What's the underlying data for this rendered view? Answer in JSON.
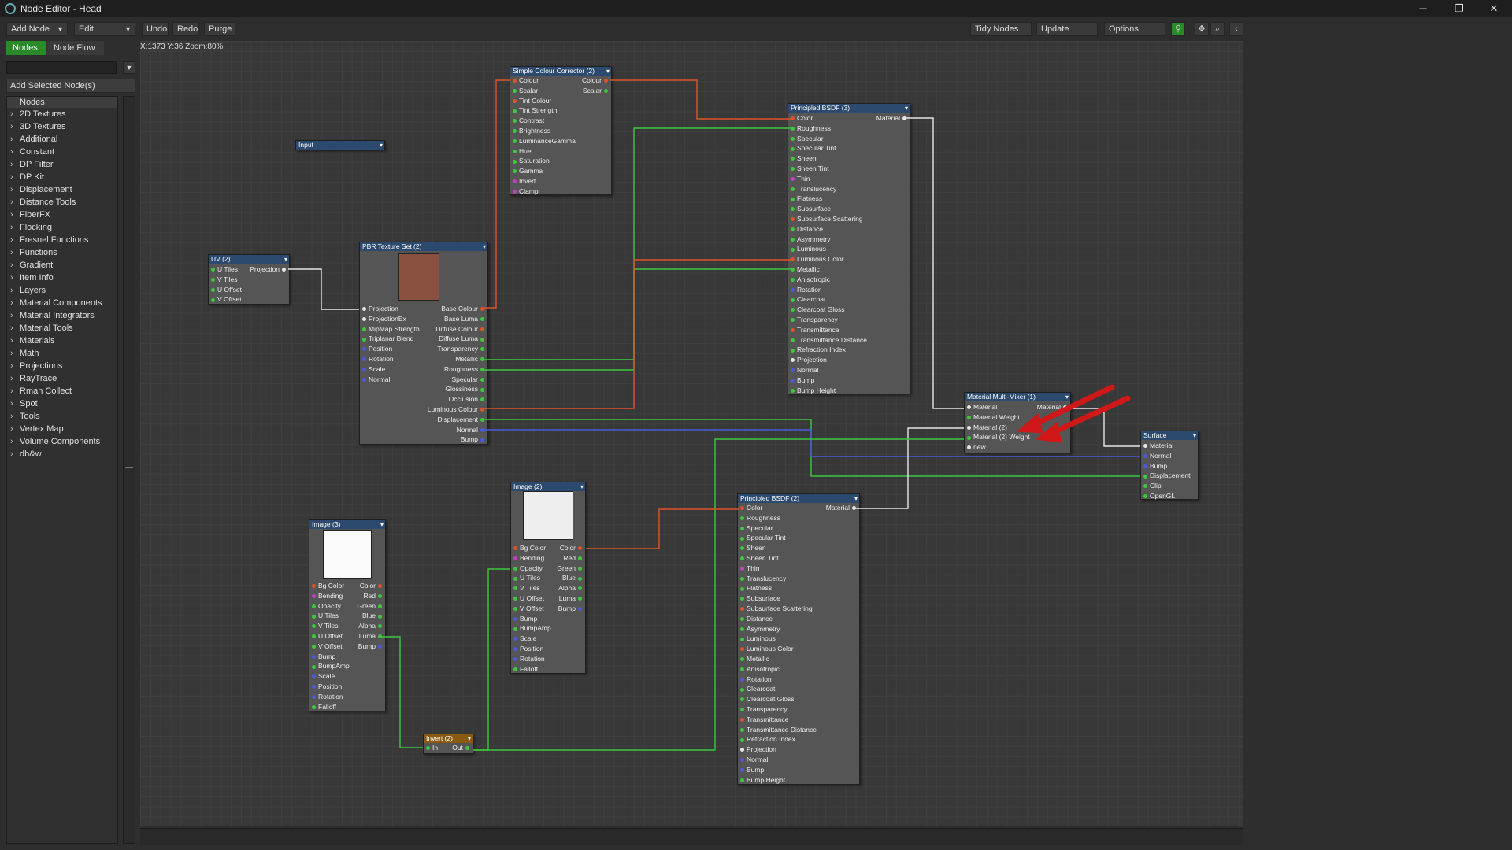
{
  "window": {
    "title": "Node Editor - Head"
  },
  "window_controls": {
    "minimize": "─",
    "maximize": "❐",
    "close": "✕"
  },
  "toolbar": {
    "add_node": "Add Node",
    "edit": "Edit",
    "undo": "Undo",
    "redo": "Redo",
    "purge": "Purge",
    "tidy": "Tidy Nodes",
    "update": "Update",
    "options": "Options",
    "dropdown_glyph": "▼"
  },
  "sidebar": {
    "tabs": [
      "Nodes",
      "Node Flow"
    ],
    "add_selected": "Add Selected Node(s)",
    "tree_header": "Nodes",
    "items": [
      "2D Textures",
      "3D Textures",
      "Additional",
      "Constant",
      "DP Filter",
      "DP Kit",
      "Displacement",
      "Distance Tools",
      "FiberFX",
      "Flocking",
      "Fresnel Functions",
      "Functions",
      "Gradient",
      "Item Info",
      "Layers",
      "Material Components",
      "Material Integrators",
      "Material Tools",
      "Materials",
      "Math",
      "Projections",
      "RayTrace",
      "Rman Collect",
      "Spot",
      "Tools",
      "Vertex Map",
      "Volume Components",
      "db&w"
    ]
  },
  "canvas": {
    "coords": "X:1373 Y:36 Zoom:80%"
  },
  "colors": {
    "accent_green": "#2a8a2a",
    "wire_orange": "#e0522a",
    "wire_green": "#3ec83e",
    "wire_blue": "#4a5ad8",
    "wire_white": "#e6e6e6",
    "node_header": "#2b4a6e",
    "annotation_red": "#d01818"
  },
  "nodes": {
    "input": {
      "title": "Input"
    },
    "uv": {
      "title": "UV (2)",
      "outputs": [
        "Projection"
      ],
      "inputs": [
        "U Tiles",
        "V Tiles",
        "U Offset",
        "V Offset"
      ]
    },
    "simple_colour": {
      "title": "Simple Colour Corrector (2)",
      "inputs": [
        "Colour",
        "Scalar",
        "Tint Colour",
        "Tint Strength",
        "Contrast",
        "Brightness",
        "LuminanceGamma",
        "Hue",
        "Saturation",
        "Gamma",
        "Invert",
        "Clamp"
      ],
      "outputs": [
        "Colour",
        "Scalar"
      ]
    },
    "pbr": {
      "title": "PBR Texture Set (2)",
      "inputs": [
        "Projection",
        "ProjectionEx",
        "MipMap Strength",
        "Triplanar Blend",
        "Position",
        "Rotation",
        "Scale",
        "Normal"
      ],
      "outputs": [
        "Base Colour",
        "Base Luma",
        "Diffuse Colour",
        "Diffuse Luma",
        "Transparency",
        "Metallic",
        "Roughness",
        "Specular",
        "Glossiness",
        "Occlusion",
        "Luminous Colour",
        "Displacement",
        "Normal",
        "Bump"
      ]
    },
    "bsdf3": {
      "title": "Principled BSDF (3)",
      "output": "Material",
      "inputs": [
        "Color",
        "Roughness",
        "Specular",
        "Specular Tint",
        "Sheen",
        "Sheen Tint",
        "Thin",
        "Translucency",
        "Flatness",
        "Subsurface",
        "Subsurface Scattering",
        "Distance",
        "Asymmetry",
        "Luminous",
        "Luminous Color",
        "Metallic",
        "Anisotropic",
        "Rotation",
        "Clearcoat",
        "Clearcoat Gloss",
        "Transparency",
        "Transmittance",
        "Transmittance Distance",
        "Refraction Index",
        "Projection",
        "Normal",
        "Bump",
        "Bump Height"
      ]
    },
    "mixer": {
      "title": "Material Multi-Mixer (1)",
      "output": "Material",
      "inputs": [
        "Material",
        "Material Weight",
        "Material (2)",
        "Material (2) Weight",
        "new"
      ]
    },
    "surface": {
      "title": "Surface",
      "inputs": [
        "Material",
        "Normal",
        "Bump",
        "Displacement",
        "Clip",
        "OpenGL"
      ]
    },
    "image2": {
      "title": "Image (2)",
      "inputs": [
        "Bg Color",
        "Bending",
        "Opacity",
        "U Tiles",
        "V Tiles",
        "U Offset",
        "V Offset",
        "Bump",
        "BumpAmp",
        "Scale",
        "Position",
        "Rotation",
        "Falloff"
      ],
      "outputs": [
        "Color",
        "Red",
        "Green",
        "Blue",
        "Alpha",
        "Luma",
        "Bump"
      ]
    },
    "image3": {
      "title": "Image (3)",
      "inputs": [
        "Bg Color",
        "Bending",
        "Opacity",
        "U Tiles",
        "V Tiles",
        "U Offset",
        "V Offset",
        "Bump",
        "BumpAmp",
        "Scale",
        "Position",
        "Rotation",
        "Falloff"
      ],
      "outputs": [
        "Color",
        "Red",
        "Green",
        "Blue",
        "Alpha",
        "Luma",
        "Bump"
      ]
    },
    "bsdf2": {
      "title": "Principled BSDF (2)",
      "output": "Material",
      "inputs": [
        "Color",
        "Roughness",
        "Specular",
        "Specular Tint",
        "Sheen",
        "Sheen Tint",
        "Thin",
        "Translucency",
        "Flatness",
        "Subsurface",
        "Subsurface Scattering",
        "Distance",
        "Asymmetry",
        "Luminous",
        "Luminous Color",
        "Metallic",
        "Anisotropic",
        "Rotation",
        "Clearcoat",
        "Clearcoat Gloss",
        "Transparency",
        "Transmittance",
        "Transmittance Distance",
        "Refraction Index",
        "Projection",
        "Normal",
        "Bump",
        "Bump Height"
      ]
    },
    "invert": {
      "title": "Invert (2)",
      "inputs": [
        "In"
      ],
      "outputs": [
        "Out"
      ]
    }
  }
}
